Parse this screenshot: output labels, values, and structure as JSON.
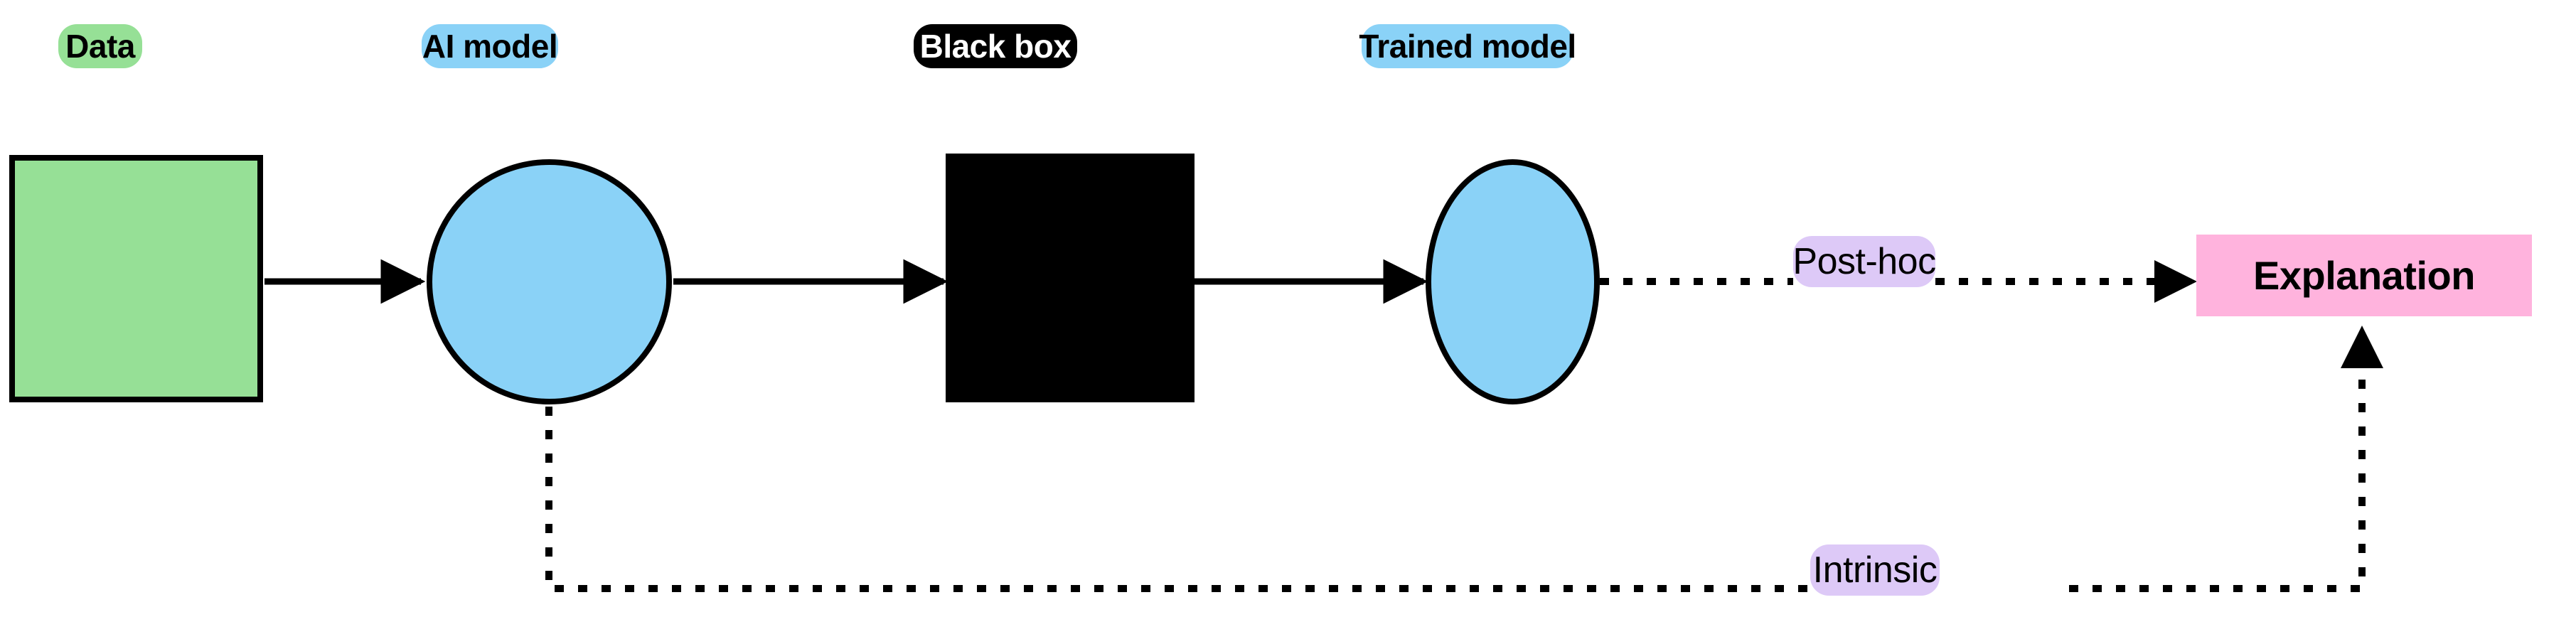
{
  "diagram": {
    "title_labels": {
      "data": "Data",
      "ai_model": "AI model",
      "black_box": "Black box",
      "trained_model": "Trained model"
    },
    "edge_labels": {
      "post_hoc": "Post-hoc",
      "intrinsic": "Intrinsic"
    },
    "output": {
      "explanation": "Explanation"
    },
    "colors": {
      "data_green": "#96e096",
      "model_blue": "#8ad2f7",
      "black": "#000000",
      "label_purple": "#ddc9f7",
      "explanation_pink": "#ffb3dd",
      "stroke": "#000000",
      "background": "#ffffff"
    },
    "nodes": [
      {
        "name": "data-node",
        "shape": "rectangle",
        "label": "Data",
        "fill": "#96e096"
      },
      {
        "name": "ai-model-node",
        "shape": "circle",
        "label": "AI model",
        "fill": "#8ad2f7"
      },
      {
        "name": "black-box-node",
        "shape": "rectangle",
        "label": "Black box",
        "fill": "#000000"
      },
      {
        "name": "trained-model-node",
        "shape": "circle",
        "label": "Trained model",
        "fill": "#8ad2f7"
      },
      {
        "name": "explanation-node",
        "shape": "rectangle",
        "label": "Explanation",
        "fill": "#ffb3dd"
      }
    ],
    "edges": [
      {
        "from": "Data",
        "to": "AI model",
        "style": "solid"
      },
      {
        "from": "AI model",
        "to": "Black box",
        "style": "solid"
      },
      {
        "from": "Black box",
        "to": "Trained model",
        "style": "solid"
      },
      {
        "from": "Trained model",
        "to": "Explanation",
        "style": "dotted",
        "label": "Post-hoc"
      },
      {
        "from": "AI model",
        "to": "Explanation",
        "style": "dotted",
        "label": "Intrinsic"
      }
    ]
  }
}
